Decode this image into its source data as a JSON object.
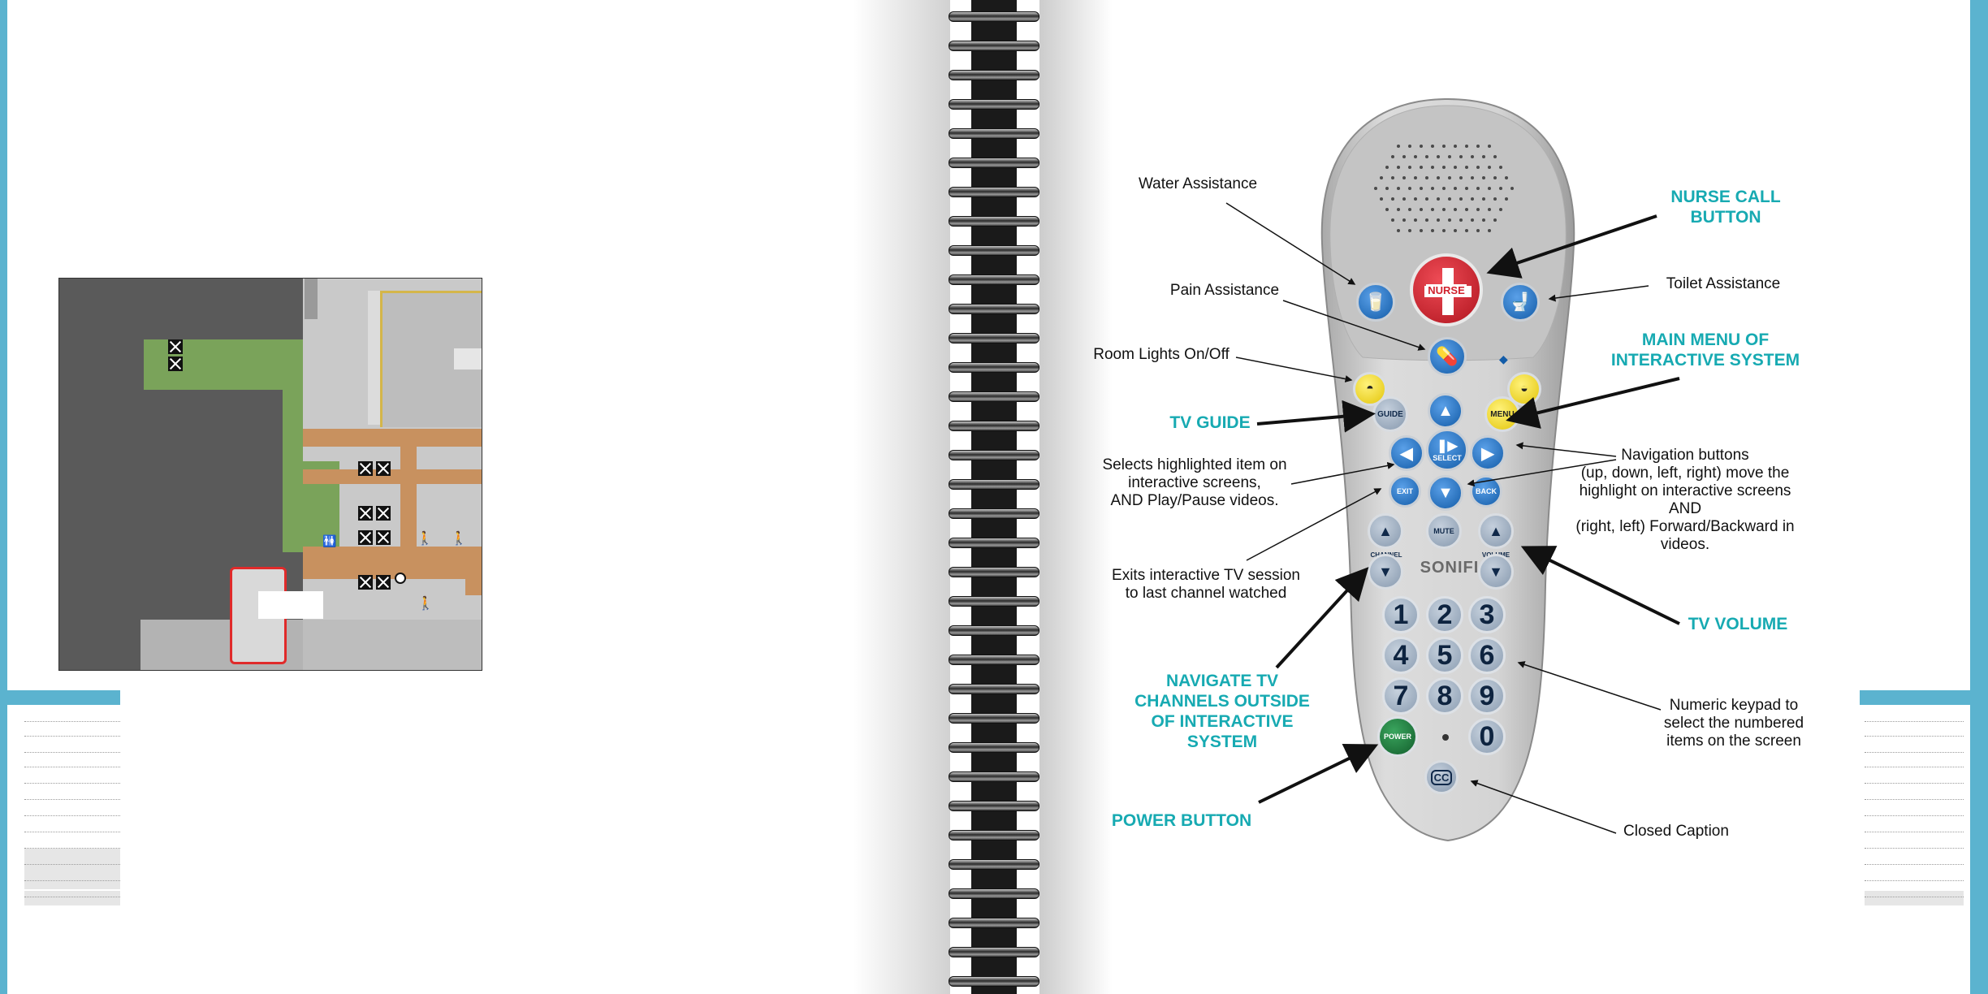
{
  "labels": {
    "water": "Water Assistance",
    "pain": "Pain Assistance",
    "room_lights": "Room Lights On/Off",
    "tv_guide": "TV GUIDE",
    "selects": [
      "Selects highlighted item on",
      "interactive screens,",
      "AND Play/Pause videos."
    ],
    "exits": [
      "Exits interactive TV session",
      "to last channel watched"
    ],
    "navigate_tv": [
      "NAVIGATE TV",
      "CHANNELS OUTSIDE",
      "OF INTERACTIVE",
      "SYSTEM"
    ],
    "power_button": "POWER BUTTON",
    "nurse_call": [
      "NURSE CALL",
      "BUTTON"
    ],
    "toilet": "Toilet Assistance",
    "main_menu": [
      "MAIN MENU OF",
      "INTERACTIVE SYSTEM"
    ],
    "navigation": [
      "Navigation buttons",
      "(up, down, left, right) move the",
      "highlight on interactive screens",
      "AND",
      "(right, left) Forward/Backward in",
      "videos."
    ],
    "tv_volume": "TV VOLUME",
    "numeric": [
      "Numeric keypad to",
      "select the numbered",
      "items on the screen"
    ],
    "closed_caption": "Closed Caption"
  },
  "remote": {
    "nurse": "NURSE",
    "guide": "GUIDE",
    "menu": "MENU",
    "select": "SELECT",
    "exit": "EXIT",
    "back": "BACK",
    "mute": "MUTE",
    "channel": "CHANNEL",
    "volume": "VOLUME",
    "brand": "SONIFI",
    "power": "POWER",
    "cc": "CC",
    "keys": [
      "1",
      "2",
      "3",
      "4",
      "5",
      "6",
      "7",
      "8",
      "9",
      "0"
    ]
  },
  "colors": {
    "accent_teal": "#17aab2",
    "page_edge": "#5bb3cf",
    "nurse_red": "#d0222e",
    "button_blue": "#135ca8",
    "power_green": "#1e7a3c"
  },
  "icons": [
    "cup-icon",
    "toilet-icon",
    "pill-icon",
    "lamp-icon",
    "up-arrow-icon",
    "down-arrow-icon",
    "left-arrow-icon",
    "right-arrow-icon",
    "play-pause-icon",
    "clock-icon",
    "person-icon",
    "restroom-icon"
  ]
}
